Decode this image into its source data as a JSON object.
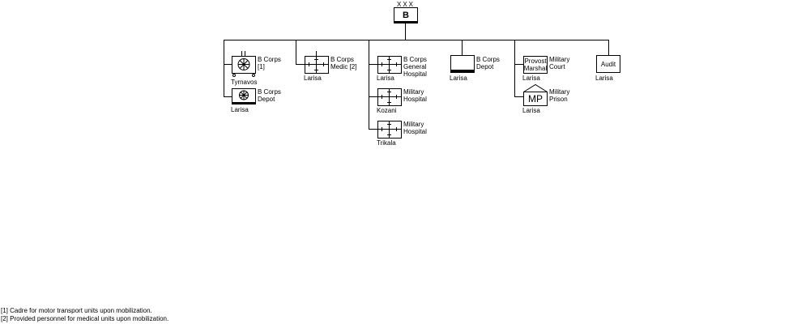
{
  "hq": {
    "echelon": "XXX",
    "label": "B"
  },
  "units": {
    "corps_unit_1": {
      "name": "B Corps\n[1]",
      "location": "Tyrnavos",
      "icon": "motorized-transport-symbol"
    },
    "corps_depot_1": {
      "name": "B Corps\nDepot",
      "location": "Larisa",
      "icon": "transport-depot-symbol"
    },
    "corps_medic": {
      "name": "B Corps\nMedic [2]",
      "location": "Larisa",
      "icon": "medical-cross-symbol"
    },
    "general_hospital": {
      "name": "B Corps\nGeneral\nHospital",
      "location": "Larisa",
      "icon": "hospital-cross-symbol"
    },
    "hospital_kozani": {
      "name": "Military\nHospital",
      "location": "Kozani",
      "icon": "hospital-cross-symbol"
    },
    "hospital_trikala": {
      "name": "Military\nHospital",
      "location": "Trikala",
      "icon": "hospital-cross-symbol"
    },
    "corps_depot_2": {
      "name": "B Corps\nDepot",
      "location": "Larisa",
      "icon": "supply-depot-symbol"
    },
    "military_court": {
      "box_text": "Provost\nMarshal",
      "name": "Military\nCourt",
      "location": "Larisa",
      "icon": "provost-marshal-symbol"
    },
    "military_prison": {
      "box_text": "MP",
      "name": "Military\nPrison",
      "location": "Larisa",
      "icon": "military-prison-symbol"
    },
    "audit": {
      "box_text": "Audit",
      "location": "Larisa",
      "icon": "audit-symbol"
    }
  },
  "notes": [
    "[1] Cadre for motor transport units upon mobilization.",
    "[2] Provided personnel for medical units upon mobilization."
  ]
}
